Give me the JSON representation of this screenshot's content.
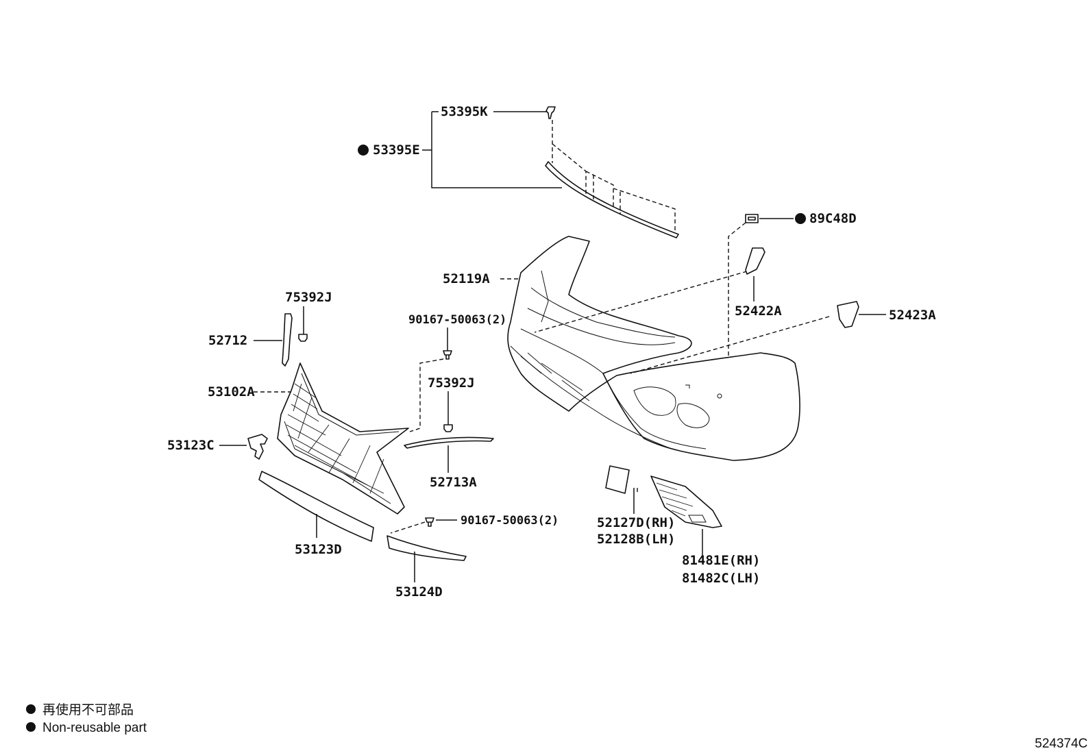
{
  "parts": {
    "p53395K": "53395K",
    "p53395E": "53395E",
    "p89C48D": "89C48D",
    "p52119A": "52119A",
    "p75392J_top": "75392J",
    "p52712": "52712",
    "p90167_top": "90167-50063(2)",
    "p75392J_mid": "75392J",
    "p53102A": "53102A",
    "p53123C": "53123C",
    "p52713A": "52713A",
    "p90167_bottom": "90167-50063(2)",
    "p53123D": "53123D",
    "p53124D": "53124D",
    "p52422A": "52422A",
    "p52423A": "52423A",
    "p52127D": "52127D(RH)",
    "p52128B": "52128B(LH)",
    "p81481E": "81481E(RH)",
    "p81482C": "81482C(LH)"
  },
  "legend": {
    "line_jp": "再使用不可部品",
    "line_en": "Non-reusable part"
  },
  "diagram_code": "524374C",
  "colors": {
    "ink": "#111111",
    "background": "#ffffff"
  }
}
